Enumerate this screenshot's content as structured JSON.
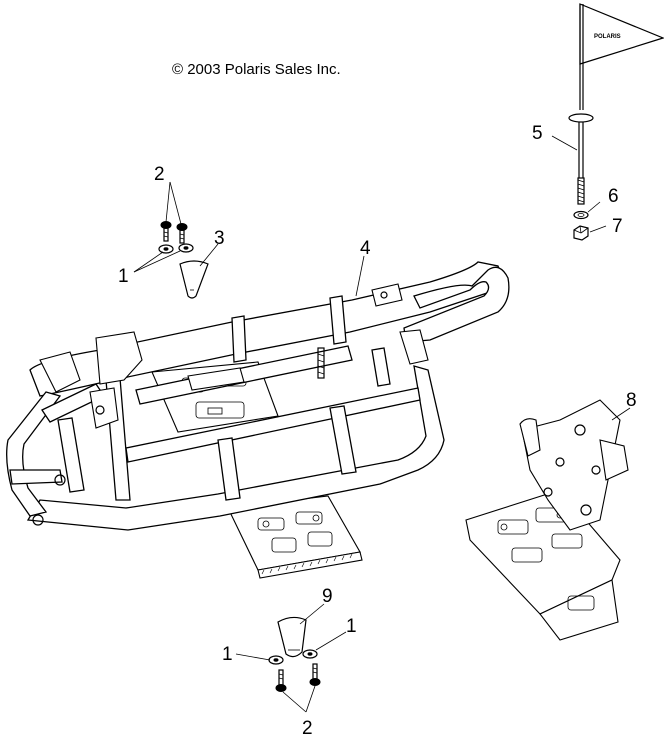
{
  "copyright": "© 2003 Polaris Sales Inc.",
  "flag_text": "POLARIS",
  "callouts": {
    "c1a": "1",
    "c1b": "1",
    "c1c": "1",
    "c2a": "2",
    "c2b": "2",
    "c3": "3",
    "c4": "4",
    "c5": "5",
    "c6": "6",
    "c7": "7",
    "c8": "8",
    "c9": "9"
  },
  "parts": {
    "1": "washer",
    "2": "bolt",
    "3": "cone-cap",
    "4": "frame",
    "5": "flag-pole",
    "6": "washer",
    "7": "nut",
    "8": "bracket-assembly",
    "9": "cone-cap"
  }
}
